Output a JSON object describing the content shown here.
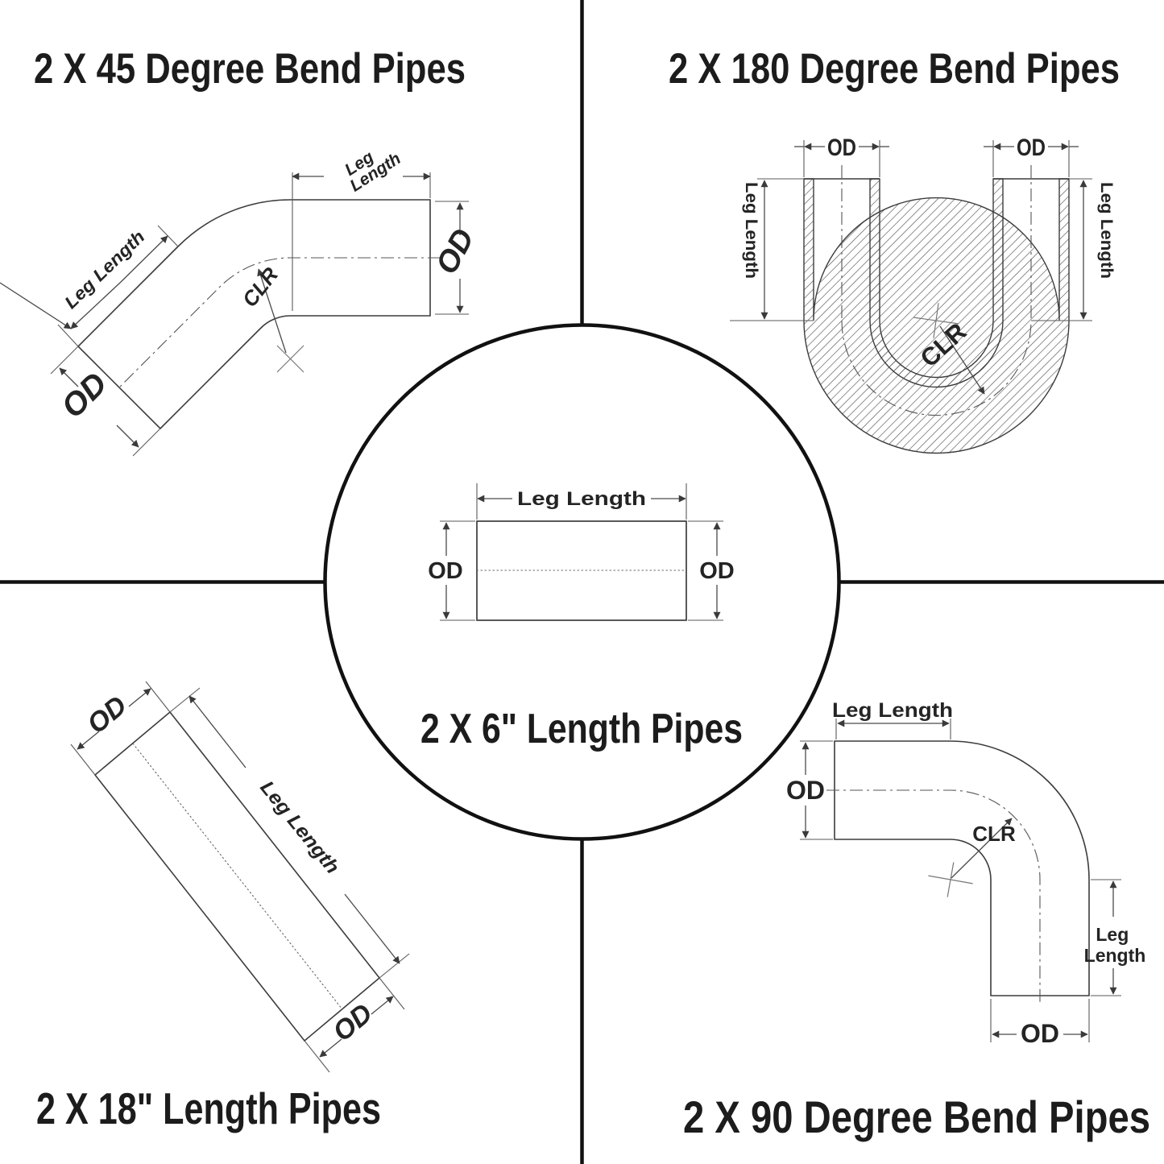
{
  "panels": {
    "top_left": {
      "title": "2 X 45 Degree Bend Pipes",
      "labels": {
        "leg_top_1": "Leg",
        "leg_top_2": "Length",
        "leg_diag": "Leg Length",
        "od_end": "OD",
        "od_diag": "OD",
        "clr": "CLR"
      }
    },
    "top_right": {
      "title": "2 X 180 Degree Bend Pipes",
      "labels": {
        "od_left": "OD",
        "od_right": "OD",
        "leg_left": "Leg Length",
        "leg_right": "Leg Length",
        "clr": "CLR"
      }
    },
    "center": {
      "title": "2 X 6\" Length Pipes",
      "labels": {
        "leg": "Leg Length",
        "od_left": "OD",
        "od_right": "OD"
      }
    },
    "bottom_left": {
      "title": "2 X 18\" Length Pipes",
      "labels": {
        "od_top": "OD",
        "leg": "Leg Length",
        "od_bottom": "OD"
      }
    },
    "bottom_right": {
      "title": "2 X 90 Degree Bend Pipes",
      "labels": {
        "leg_top": "Leg Length",
        "od_left": "OD",
        "clr": "CLR",
        "leg_right_1": "Leg",
        "leg_right_2": "Length",
        "od_bottom": "OD"
      }
    }
  },
  "colors": {
    "ink": "#1c1c1c",
    "line": "#3c3c3c",
    "divider": "#111111",
    "background": "#ffffff"
  }
}
